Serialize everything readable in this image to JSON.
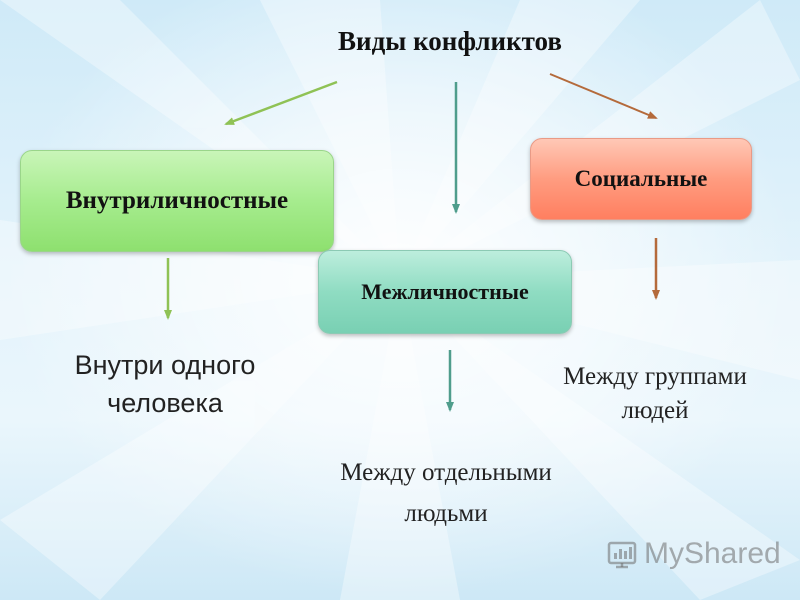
{
  "title": "Виды конфликтов",
  "categories": [
    {
      "label": "Внутриличностные",
      "description": "Внутри одного человека",
      "color": "#9ee684",
      "arrow_color": "#8fc255"
    },
    {
      "label": "Межличностные",
      "description": "Между отдельными людьми",
      "color": "#8bd9bf",
      "arrow_color": "#4f9d8c"
    },
    {
      "label": "Социальные",
      "description": "Между группами людей",
      "color": "#ff9174",
      "arrow_color": "#b46a3b"
    }
  ],
  "watermark": {
    "text": "MyShared",
    "icon": "myshared-logo-icon"
  }
}
